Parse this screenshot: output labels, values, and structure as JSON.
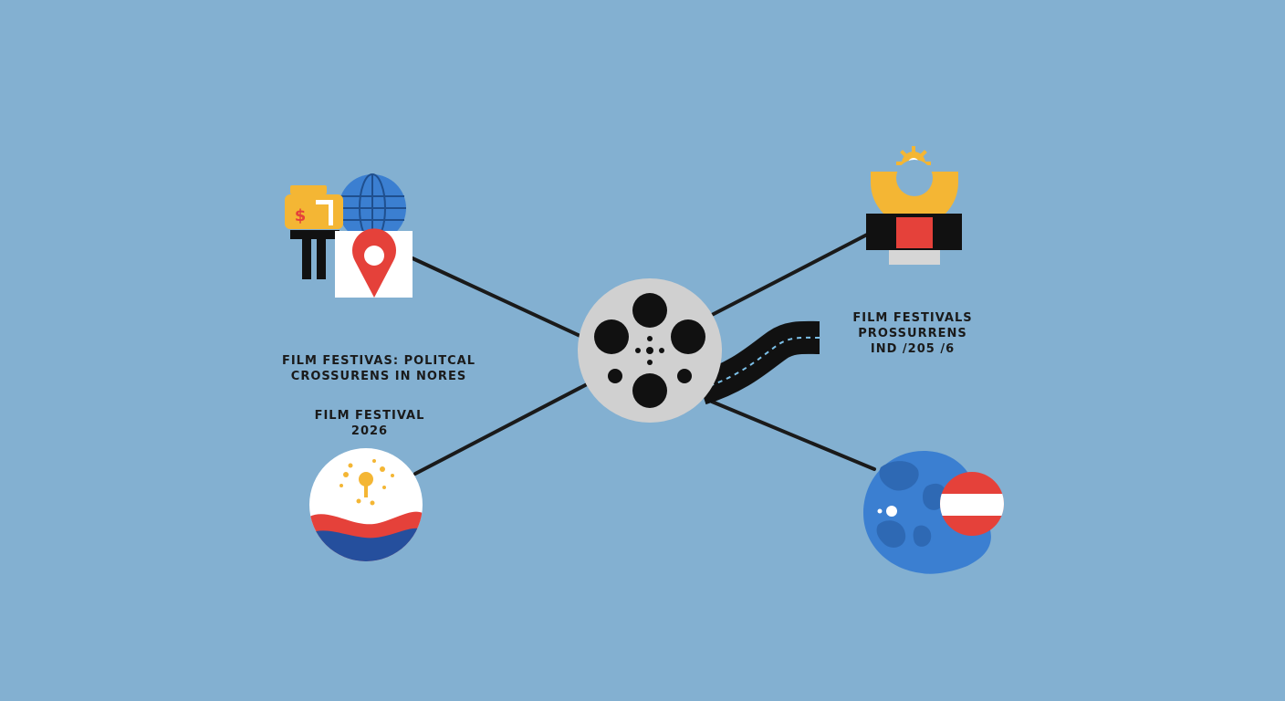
{
  "labels": {
    "left_caption": {
      "line1": "FILM FESTIVAS: POLITCAL",
      "line2": "CROSSURENS IN NORES"
    },
    "year_caption": {
      "line1": "FILM FESTIVAL",
      "line2": "2026"
    },
    "right_caption": {
      "line1": "FILM FESTIVALS",
      "line2": "PROSSURRENS",
      "line3": "IND /205 /6"
    }
  },
  "icons": {
    "center": "film-reel-icon",
    "top_left": [
      "money-camera-icon",
      "globe-icon",
      "location-pin-icon"
    ],
    "top_right": "award-podium-icon",
    "bottom_left": "flag-emblem-icon",
    "bottom_right": "world-flag-icon",
    "strip": "film-strip-icon"
  },
  "colors": {
    "background": "#83b0d1",
    "line": "#1a1a1a",
    "reel": "#d0d0d0",
    "yellow": "#f4b634",
    "red": "#e5413a",
    "blue": "#3b7fd1",
    "navy": "#254f9d"
  }
}
